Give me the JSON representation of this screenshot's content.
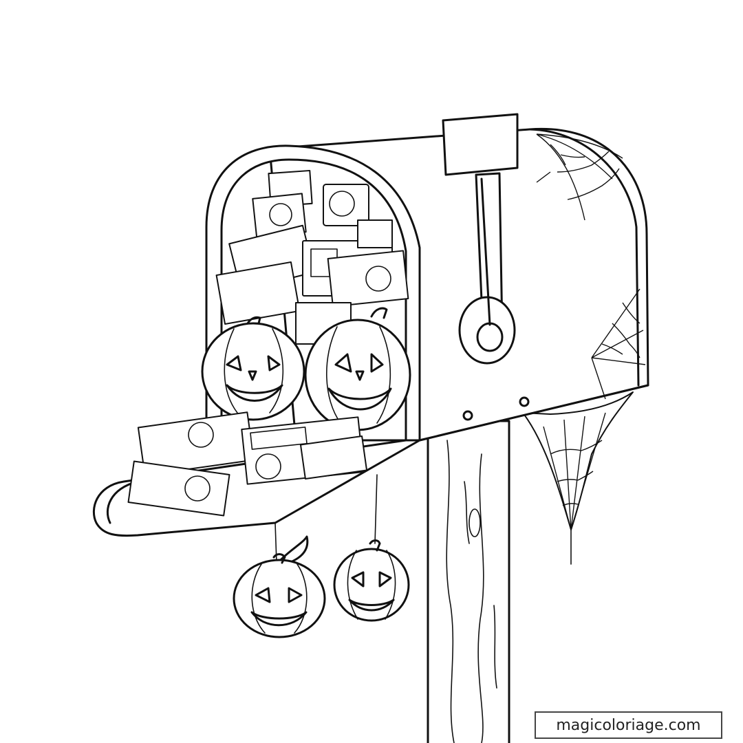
{
  "watermark": {
    "text": "magicoloriage.com"
  },
  "colors": {
    "ink": "#111111",
    "paper": "#ffffff"
  },
  "scene": {
    "subject": "mailbox-on-wooden-post",
    "flag": "raised",
    "door": "open",
    "hanging_pumpkins": 2,
    "pumpkins_in_mailbox": 2
  }
}
